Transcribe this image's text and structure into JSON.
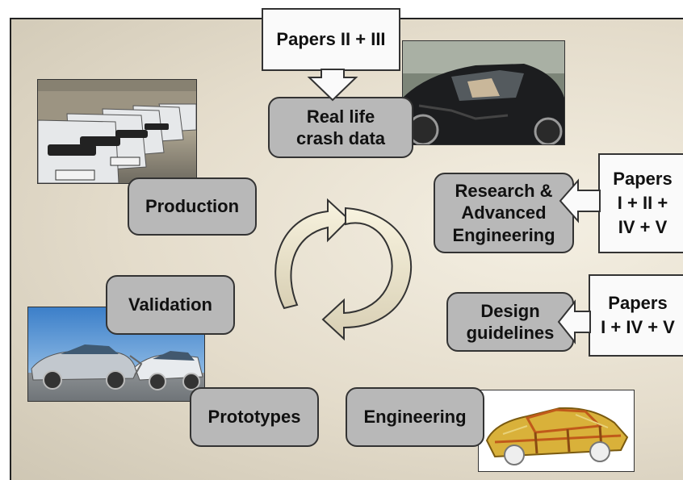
{
  "process_steps": {
    "real_life": "Real life\ncrash data",
    "research": "Research &\nAdvanced\nEngineering",
    "design": "Design\nguidelines",
    "engineering": "Engineering",
    "prototypes": "Prototypes",
    "validation": "Validation",
    "production": "Production"
  },
  "papers": {
    "top": "Papers II + III",
    "research": "Papers\nI + II +\nIV + V",
    "design": "Papers\nI + IV + V"
  },
  "colors": {
    "box_fill": "#b8b8b8",
    "cycle_arrow": "#f2ecd6"
  },
  "images": {
    "production": "row-of-cars-photo",
    "real_life": "crashed-car-photo",
    "prototypes": "crash-test-photo",
    "engineering": "car-body-frame-render"
  }
}
